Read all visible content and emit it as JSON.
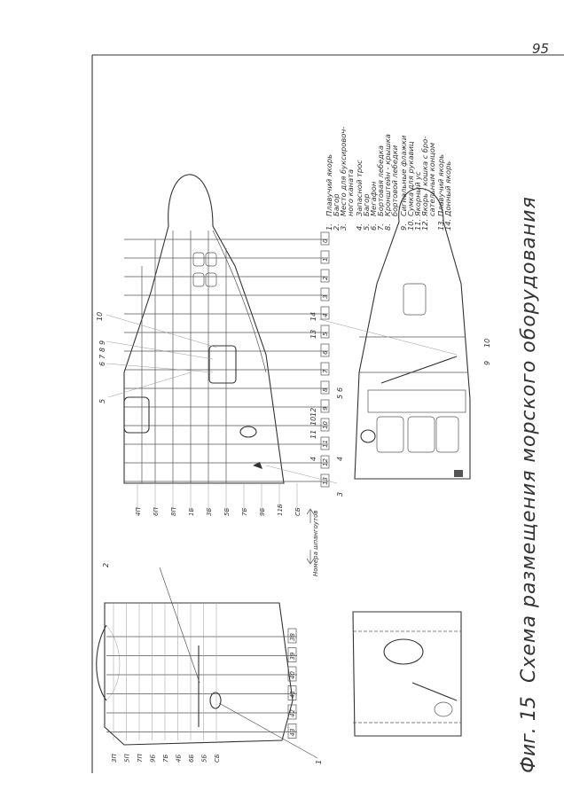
{
  "page_number": "95",
  "figure": {
    "number": "Фиг. 15",
    "title": "Схема размещения морского оборудования"
  },
  "legend": [
    {
      "num": "1.",
      "lines": [
        "Плавучий якорь"
      ]
    },
    {
      "num": "2.",
      "lines": [
        "Багор"
      ]
    },
    {
      "num": "3.",
      "lines": [
        "Место для буксировоч-",
        "ного каната"
      ]
    },
    {
      "num": "4.",
      "lines": [
        "Запасной трос"
      ]
    },
    {
      "num": "5.",
      "lines": [
        "Багор"
      ]
    },
    {
      "num": "6.",
      "lines": [
        "Мегафон"
      ]
    },
    {
      "num": "7.",
      "lines": [
        "Бортовая лебедка"
      ]
    },
    {
      "num": "8.",
      "lines": [
        "Кронштейн - крышка",
        "бортовой лебедки"
      ]
    },
    {
      "num": "9.",
      "lines": [
        "Сигнальные флажки"
      ]
    },
    {
      "num": "10.",
      "lines": [
        "Сумка для рукавиц"
      ]
    },
    {
      "num": "11.",
      "lines": [
        "Якорный ус"
      ]
    },
    {
      "num": "12.",
      "lines": [
        "Якорь - кошка с бро-",
        "сательным концом"
      ]
    },
    {
      "num": "13.",
      "lines": [
        "Плавучий якорь"
      ]
    },
    {
      "num": "14.",
      "lines": [
        "Донный якорь"
      ]
    }
  ],
  "frame_numbers": [
    "0",
    "1",
    "2",
    "3",
    "4",
    "5",
    "6",
    "7",
    "8",
    "9",
    "10",
    "11",
    "12",
    "13"
  ],
  "stringer_labels_upper": [
    "4П",
    "6П",
    "8П",
    "1Б",
    "3Б",
    "5Б",
    "7Б",
    "9Б",
    "11Б",
    "СБ"
  ],
  "frame_numbers_lower": [
    "38",
    "39",
    "40",
    "41",
    "42",
    "43"
  ],
  "stringer_labels_lower": [
    "3П",
    "5П",
    "7П",
    "9Б",
    "7Б",
    "4Б",
    "6Б",
    "5Б",
    "СБ"
  ],
  "stringer_note": "Номера шпангоутов",
  "callouts_upper": [
    "10",
    "6",
    "7",
    "8",
    "9",
    "5",
    "14",
    "13",
    "12",
    "11",
    "10",
    "4",
    "3",
    "6",
    "5",
    "10",
    "9",
    "4"
  ],
  "callouts_lower": [
    "2",
    "1"
  ]
}
